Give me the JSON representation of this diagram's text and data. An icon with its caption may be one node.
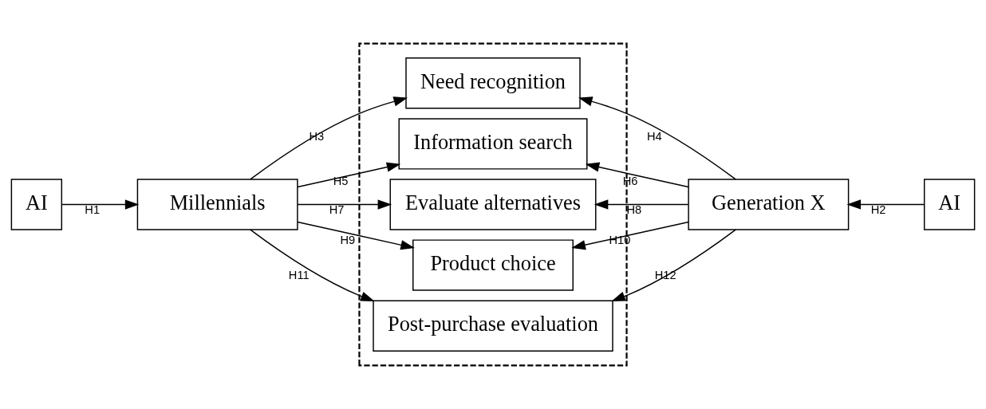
{
  "diagram": {
    "nodes": [
      {
        "text": [
          "AI"
        ]
      },
      {
        "text": [
          "Millennials"
        ]
      },
      {
        "text": [],
        "shape": "box"
      },
      {
        "text": [
          "Need recognition"
        ],
        "in": 2
      },
      {
        "text": [
          "Information search"
        ],
        "in": 2
      },
      {
        "text": [
          "Evaluate alternatives"
        ],
        "in": 2
      },
      {
        "text": [
          "Product choice"
        ],
        "in": 2
      },
      {
        "text": [
          "Post-purchase evaluation"
        ],
        "in": 2
      },
      {
        "text": [
          "Generation X"
        ]
      },
      {
        "text": [
          "AI"
        ]
      }
    ],
    "edges": [
      {
        "from": 0,
        "to": 1,
        "arrow": "to",
        "label": "H1"
      },
      {
        "from": 9,
        "to": 8,
        "arrow": "to",
        "label": "H2"
      },
      {
        "from": 1,
        "to": 3,
        "arrow": "to",
        "label": "H3"
      },
      {
        "from": 8,
        "to": 3,
        "arrow": "to",
        "label": "H4"
      },
      {
        "from": 1,
        "to": 4,
        "arrow": "to",
        "label": "H5"
      },
      {
        "from": 8,
        "to": 4,
        "arrow": "to",
        "label": "H6"
      },
      {
        "from": 1,
        "to": 5,
        "arrow": "to",
        "label": "H7"
      },
      {
        "from": 8,
        "to": 5,
        "arrow": "to",
        "label": "H8"
      },
      {
        "from": 1,
        "to": 6,
        "arrow": "to",
        "label": "H9"
      },
      {
        "from": 8,
        "to": 6,
        "arrow": "to",
        "label": "H10"
      },
      {
        "from": 1,
        "to": 7,
        "arrow": "to",
        "label": "H11"
      },
      {
        "from": 8,
        "to": 7,
        "arrow": "to",
        "label": "H12"
      }
    ]
  }
}
